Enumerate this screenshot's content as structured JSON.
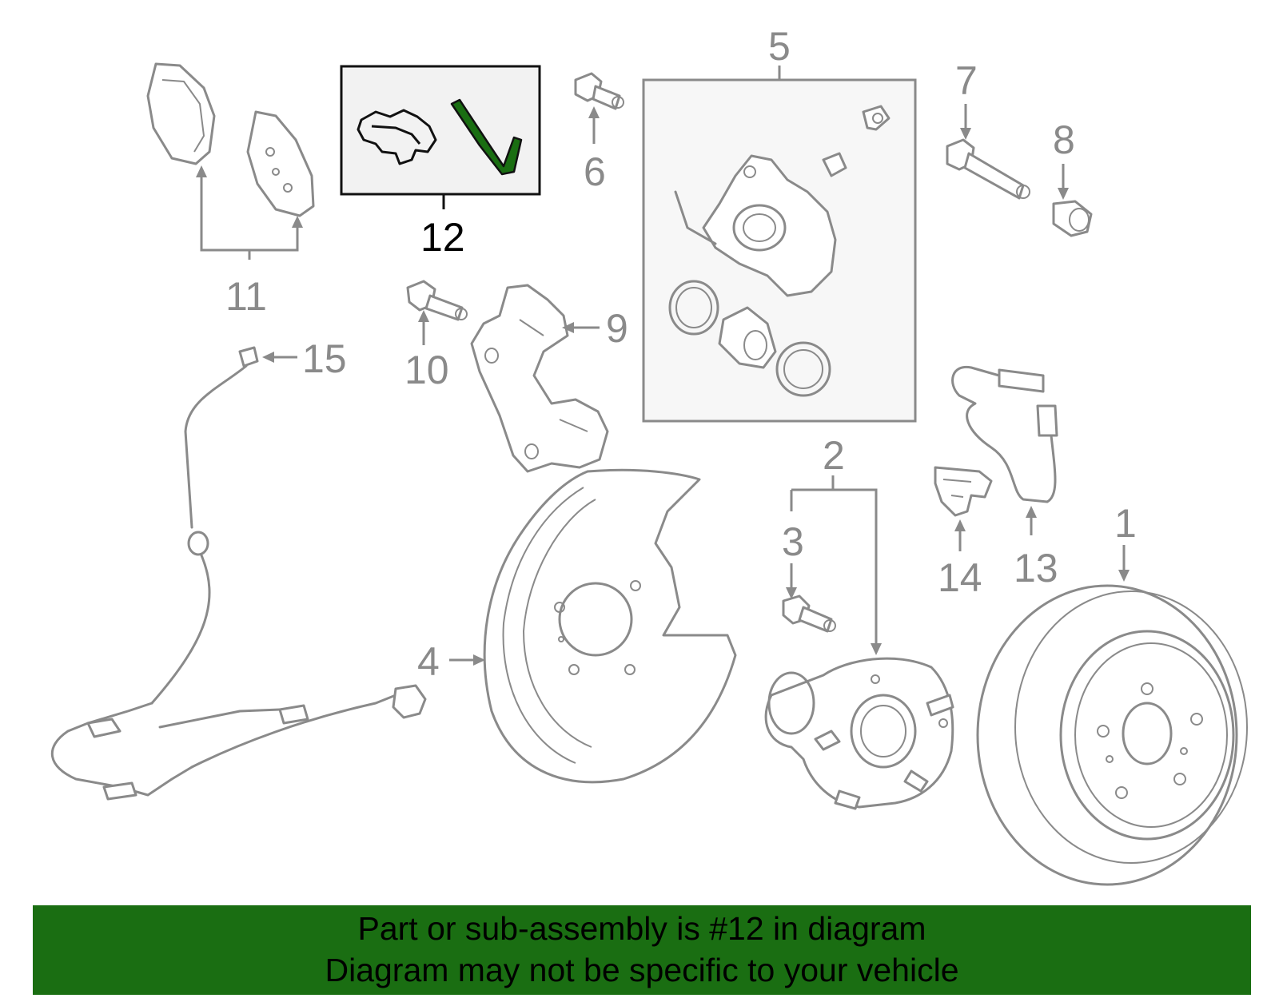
{
  "callouts": {
    "c1": "1",
    "c2": "2",
    "c3": "3",
    "c4": "4",
    "c5": "5",
    "c6": "6",
    "c7": "7",
    "c8": "8",
    "c9": "9",
    "c10": "10",
    "c11": "11",
    "c12": "12",
    "c13": "13",
    "c14": "14",
    "c15": "15"
  },
  "highlight": {
    "part_number": "12",
    "box_color": "#f2f2f2",
    "part_color": "#1a6e12"
  },
  "footer": {
    "line1": "Part or sub-assembly is #12 in diagram",
    "line2": "Diagram may not be specific to your vehicle",
    "background": "#1a6e12"
  }
}
